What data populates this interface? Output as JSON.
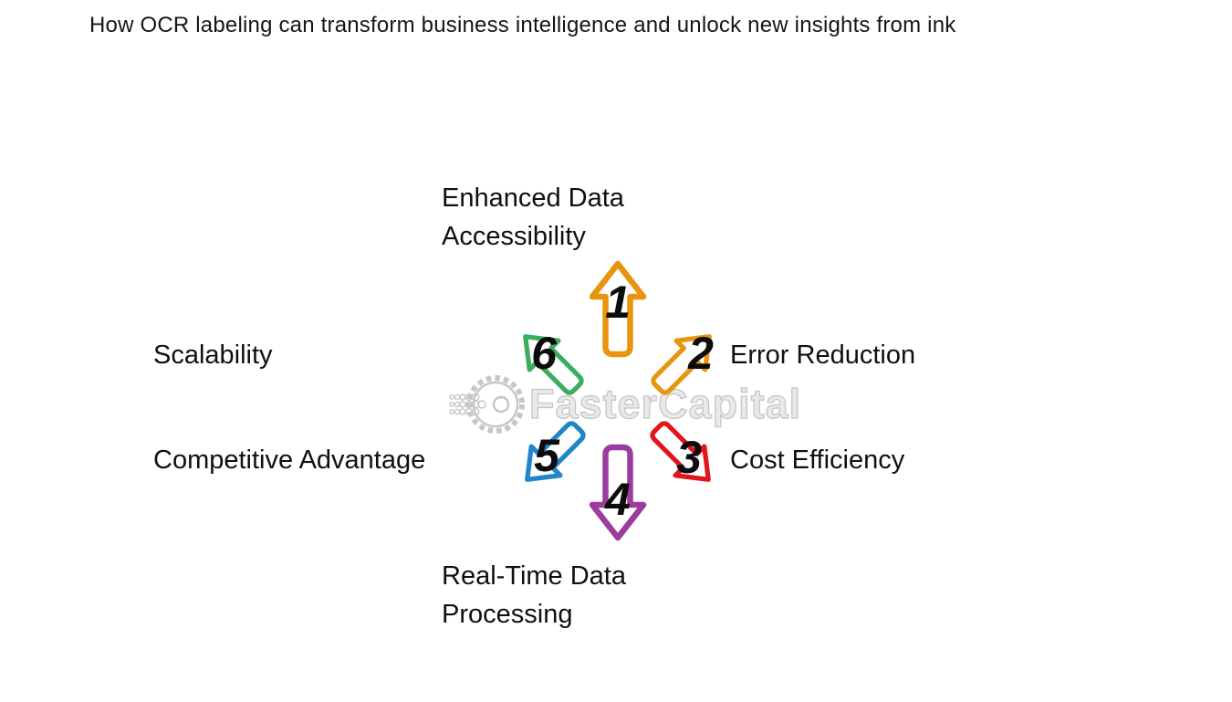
{
  "page": {
    "title": "How OCR labeling can transform business intelligence and unlock new insights from ink",
    "background_color": "#ffffff",
    "text_color": "#101010"
  },
  "watermark": {
    "text": "FasterCapital",
    "color": "#c3c3c3",
    "icon": "gear-icon"
  },
  "diagram": {
    "type": "radial-numbered-arrows",
    "items": [
      {
        "number": "1",
        "label": "Enhanced Data Accessibility",
        "color": "#E8940E",
        "direction": "up"
      },
      {
        "number": "2",
        "label": "Error Reduction",
        "color": "#E8940E",
        "direction": "up-right"
      },
      {
        "number": "3",
        "label": "Cost Efficiency",
        "color": "#E0161C",
        "direction": "down-right"
      },
      {
        "number": "4",
        "label": "Real-Time Data Processing",
        "color": "#9C3C9F",
        "direction": "down"
      },
      {
        "number": "5",
        "label": "Competitive Advantage",
        "color": "#1E86C9",
        "direction": "down-left"
      },
      {
        "number": "6",
        "label": "Scalability",
        "color": "#3BAE5C",
        "direction": "up-left"
      }
    ]
  }
}
